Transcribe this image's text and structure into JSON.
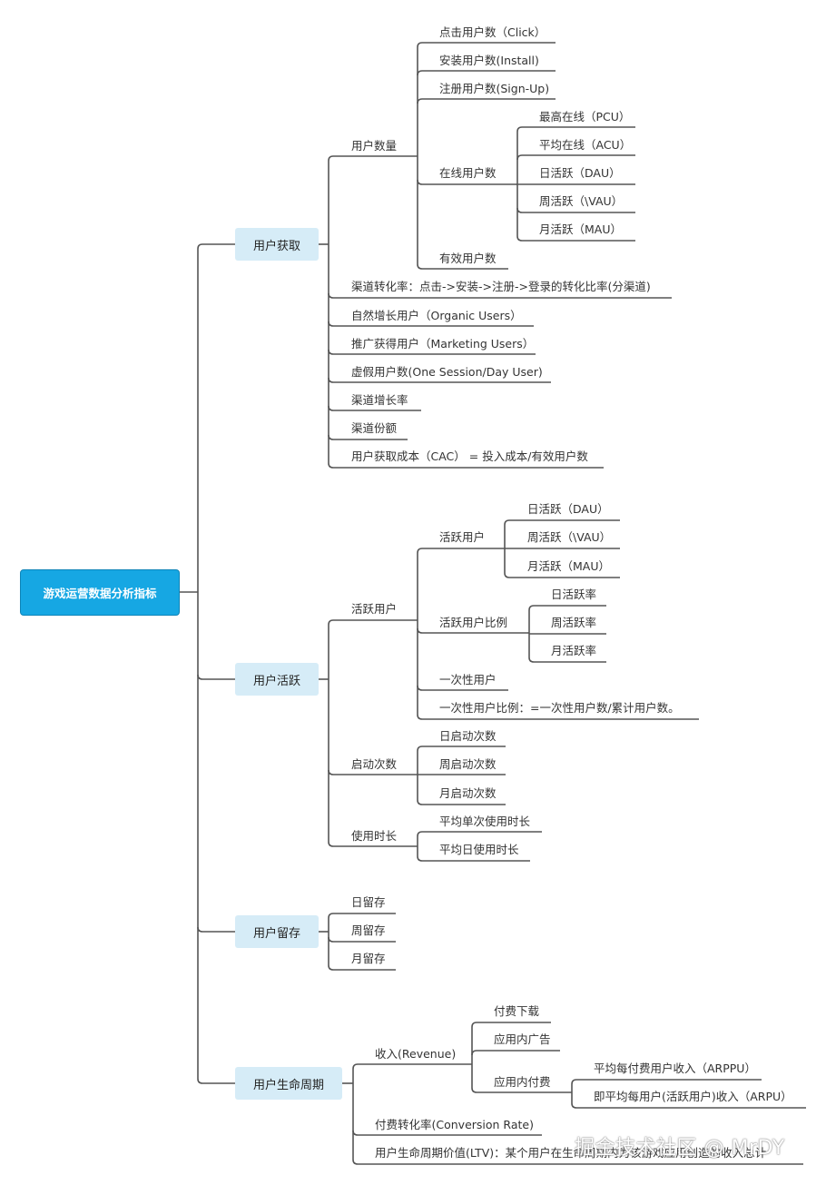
{
  "root": {
    "label": "游戏运营数据分析指标"
  },
  "branches": {
    "acquire": {
      "label": "用户获取",
      "user_count": {
        "label": "用户数量",
        "click": "点击用户数（Click）",
        "install": "安装用户数(Install)",
        "signup": "注册用户数(Sign-Up)",
        "online": {
          "label": "在线用户数",
          "pcu": "最高在线（PCU）",
          "acu": "平均在线（ACU）",
          "dau": "日活跃（DAU）",
          "wau": "周活跃（\\VAU）",
          "mau": "月活跃（MAU）"
        },
        "valid": "有效用户数"
      },
      "channel_conv": "渠道转化率：点击->安装->注册->登录的转化比率(分渠道)",
      "organic": "自然增长用户（Organic Users）",
      "marketing": "推广获得用户（Marketing Users）",
      "fake": "虚假用户数(One Session/Day User)",
      "channel_growth": "渠道增长率",
      "channel_share": "渠道份额",
      "cac": "用户获取成本（CAC） = 投入成本/有效用户数"
    },
    "active": {
      "label": "用户活跃",
      "active_users": {
        "label": "活跃用户",
        "au": {
          "label": "活跃用户",
          "dau": "日活跃（DAU）",
          "wau": "周活跃（\\VAU）",
          "mau": "月活跃（MAU）"
        },
        "ratio": {
          "label": "活跃用户比例",
          "d": "日活跃率",
          "w": "周活跃率",
          "m": "月活跃率"
        },
        "once": "一次性用户",
        "once_ratio": "一次性用户比例：=一次性用户数/累计用户数。"
      },
      "launch": {
        "label": "启动次数",
        "d": "日启动次数",
        "w": "周启动次数",
        "m": "月启动次数"
      },
      "duration": {
        "label": "使用时长",
        "single": "平均单次使用时长",
        "daily": "平均日使用时长"
      }
    },
    "retention": {
      "label": "用户留存",
      "d": "日留存",
      "w": "周留存",
      "m": "月留存"
    },
    "lifecycle": {
      "label": "用户生命周期",
      "revenue": {
        "label": "收入(Revenue)",
        "download": "付费下载",
        "ads": "应用内广告",
        "iap": {
          "label": "应用内付费",
          "arppu": "平均每付费用户收入（ARPPU）",
          "arpu": "即平均每用户(活跃用户)收入（ARPU）"
        }
      },
      "conversion": "付费转化率(Conversion Rate)",
      "ltv": "用户生命周期价值(LTV)：某个用户在生命周期内为该游戏应用创造的收入总计"
    }
  },
  "watermark": "掘金技术社区 @ MrDY",
  "colors": {
    "line": "#555555",
    "box": "#d6ecf7",
    "root": "#16a7e3"
  }
}
